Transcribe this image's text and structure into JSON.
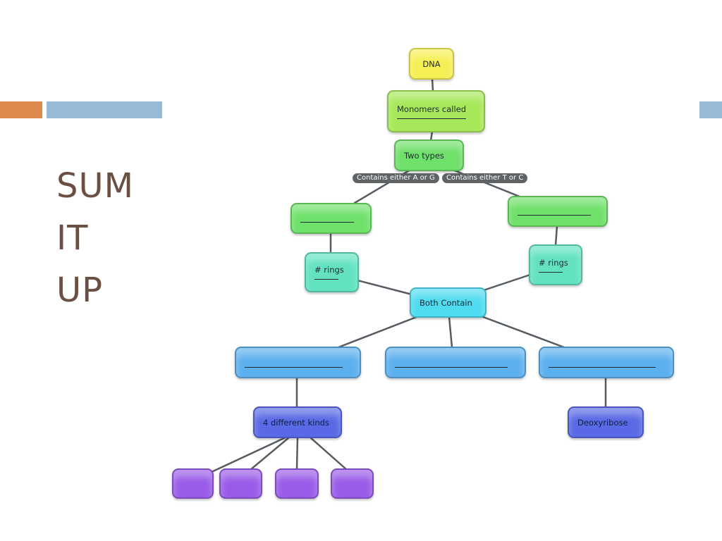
{
  "slide": {
    "title_lines": [
      "SUM",
      "IT",
      "UP"
    ],
    "colors": {
      "accent_orange": "#dd8a4d",
      "accent_blue": "#97bad6",
      "title": "#6b4f43"
    }
  },
  "concept_map": {
    "dna": "DNA",
    "monomers": "Monomers called",
    "two_types": "Two  types",
    "link_left": "Contains either A or G",
    "link_right": "Contains either T or C",
    "rings_left": "# rings",
    "rings_right": "# rings",
    "both_contain": "Both Contain",
    "four_kinds": "4 different kinds",
    "deoxyribose": "Deoxyribose"
  }
}
